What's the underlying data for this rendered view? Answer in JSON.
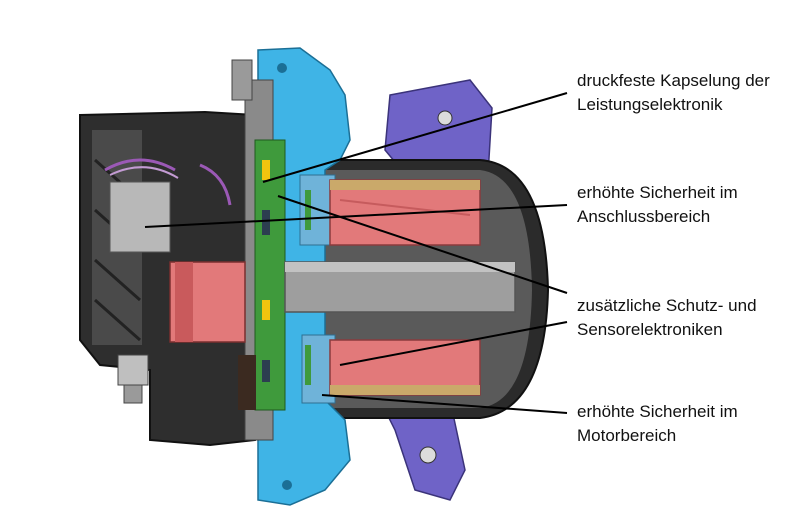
{
  "labels": [
    {
      "line1": "druckfeste Kapselung der",
      "line2": "Leistungselektronik"
    },
    {
      "line1": "erhöhte Sicherheit im",
      "line2": "Anschlussbereich"
    },
    {
      "line1": "zusätzliche Schutz- und",
      "line2": "Sensorelektroniken"
    },
    {
      "line1": "erhöhte Sicherheit im",
      "line2": "Motorbereich"
    }
  ],
  "colors": {
    "housing_dark": "#2b2b2b",
    "flange_blue": "#3fb4e6",
    "bracket_purple": "#6f63c7",
    "coil_red": "#e2797a",
    "pcb_green": "#3f9a3c",
    "shaft_gray": "#9e9e9e",
    "leader_line": "#000000"
  }
}
